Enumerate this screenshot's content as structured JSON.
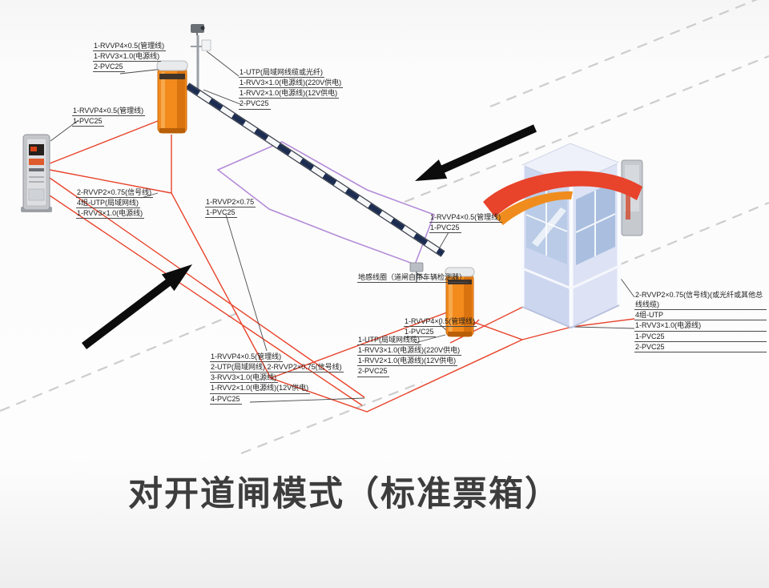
{
  "title": "对开道闸模式（标准票箱）",
  "colors": {
    "cable_red": "#e8432b",
    "cabinet_orange": "#f28a1c",
    "island_purple": "#b48bd8",
    "booth_blue": "#cdd6ef",
    "arm_stripe_navy": "#1d2d52",
    "arrow_black": "#0c0c0c"
  },
  "labels": {
    "top_left": [
      "1-RVVP4×0.5(管理线)",
      "1-RVV3×1.0(电源线)",
      "2-PVC25"
    ],
    "left_upper": [
      "1-RVVP4×0.5(管理线)",
      "1-PVC25"
    ],
    "top_center": [
      "1-UTP(局域网线缆或光纤)",
      "1-RVV3×1.0(电源线)(220V供电)",
      "1-RVV2×1.0(电源线)(12V供电)",
      "2-PVC25"
    ],
    "left_mid": [
      "2-RVVP2×0.75(信号线)",
      "4组-UTP(局域网线)",
      "1-RVV3×1.0(电源线)"
    ],
    "center": [
      "1-RVVP2×0.75",
      "1-PVC25"
    ],
    "center_right": [
      "1-RVVP4×0.5(管理线)",
      "1-PVC25"
    ],
    "loop_note": "地感线圈（道闸自带车辆检测器）",
    "right_mid": [
      "1-RVVP4×0.5(管理线)",
      "1-PVC25"
    ],
    "center_lower": [
      "1-UTP(局域网线缆)",
      "1-RVV3×1.0(电源线)(220V供电)",
      "1-RVV2×1.0(电源线)(12V供电)",
      "2-PVC25"
    ],
    "bottom_left": [
      "1-RVVP4×0.5(管理线)",
      "2-UTP(局域网线) 2-RVVP2×0.75(信号线)",
      "3-RVV3×1.0(电源线)",
      "1-RVV2×1.0(电源线)(12V供电)",
      "4-PVC25"
    ],
    "far_right": [
      "2-RVVP2×0.75(信号线)(或光纤或其他总线线缆)",
      "4组-UTP",
      "1-RVV3×1.0(电源线)",
      "1-PVC25",
      "2-PVC25"
    ]
  }
}
